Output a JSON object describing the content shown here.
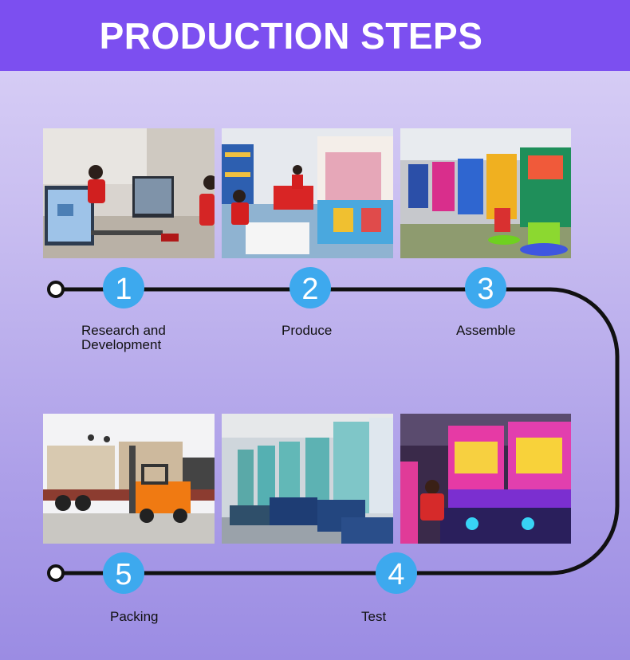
{
  "header": {
    "title": "PRODUCTION STEPS"
  },
  "colors": {
    "banner": "#7c4ff0",
    "badge": "#3da9ee",
    "path": "#111111"
  },
  "steps": [
    {
      "number": "1",
      "label": "Research and Development"
    },
    {
      "number": "2",
      "label": "Produce"
    },
    {
      "number": "3",
      "label": "Assemble"
    },
    {
      "number": "4",
      "label": "Test"
    },
    {
      "number": "5",
      "label": "Packing"
    }
  ]
}
